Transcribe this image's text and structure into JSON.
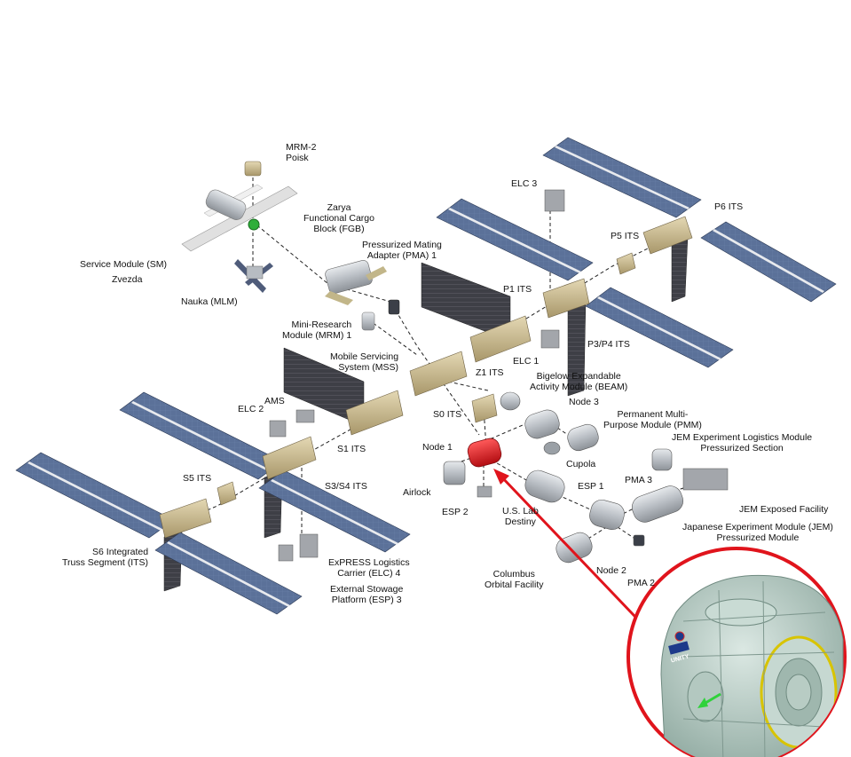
{
  "labels": {
    "mrm2": [
      "MRM-2",
      "Poisk"
    ],
    "zarya": [
      "Zarya",
      "Functional Cargo",
      "Block (FGB)"
    ],
    "pma1": [
      "Pressurized Mating",
      "Adapter (PMA) 1"
    ],
    "sm": [
      "Service Module (SM)",
      "Zvezda"
    ],
    "nauka": [
      "Nauka (MLM)"
    ],
    "mrm1": [
      "Mini-Research",
      "Module (MRM) 1"
    ],
    "mss": [
      "Mobile Servicing",
      "System (MSS)"
    ],
    "elc3": [
      "ELC 3"
    ],
    "p6": [
      "P6 ITS"
    ],
    "p5": [
      "P5 ITS"
    ],
    "p1": [
      "P1 ITS"
    ],
    "p3p4": [
      "P3/P4 ITS"
    ],
    "elc1": [
      "ELC 1"
    ],
    "beam": [
      "Bigelow Expandable",
      "Activity Module (BEAM)"
    ],
    "z1": [
      "Z1 ITS"
    ],
    "node3": [
      "Node 3"
    ],
    "pmm": [
      "Permanent Multi-",
      "Purpose Module (PMM)"
    ],
    "s0": [
      "S0 ITS"
    ],
    "ams": [
      "AMS"
    ],
    "elc2": [
      "ELC 2"
    ],
    "s1": [
      "S1 ITS"
    ],
    "node1": [
      "Node 1"
    ],
    "cupola": [
      "Cupola"
    ],
    "jemels": [
      "JEM Experiment Logistics Module",
      "Pressurized Section"
    ],
    "s5": [
      "S5 ITS"
    ],
    "s3s4": [
      "S3/S4 ITS"
    ],
    "airlock": [
      "Airlock"
    ],
    "esp1": [
      "ESP 1"
    ],
    "pma3": [
      "PMA 3"
    ],
    "esp2": [
      "ESP 2"
    ],
    "uslab": [
      "U.S. Lab",
      "Destiny"
    ],
    "jemef": [
      "JEM Exposed Facility"
    ],
    "jem": [
      "Japanese Experiment Module (JEM)",
      "Pressurized Module"
    ],
    "s6": [
      "S6 Integrated",
      "Truss Segment (ITS)"
    ],
    "elc4": [
      "ExPRESS Logistics",
      "Carrier (ELC) 4"
    ],
    "esp3": [
      "External Stowage",
      "Platform (ESP) 3"
    ],
    "node2": [
      "Node 2"
    ],
    "columbus": [
      "Columbus",
      "Orbital Facility"
    ],
    "pma2": [
      "PMA 2"
    ],
    "unity_text": "UNITY"
  },
  "colors": {
    "solar_panel": "#5b7199",
    "solar_stripe": "#e8eaee",
    "truss": "#c9b98f",
    "module": "#c8cdd2",
    "radiator": "#4a4a52",
    "node1_highlight": "#e0141c",
    "callout_circle": "#e0141c",
    "node_zoom": "#b9cfc8"
  }
}
